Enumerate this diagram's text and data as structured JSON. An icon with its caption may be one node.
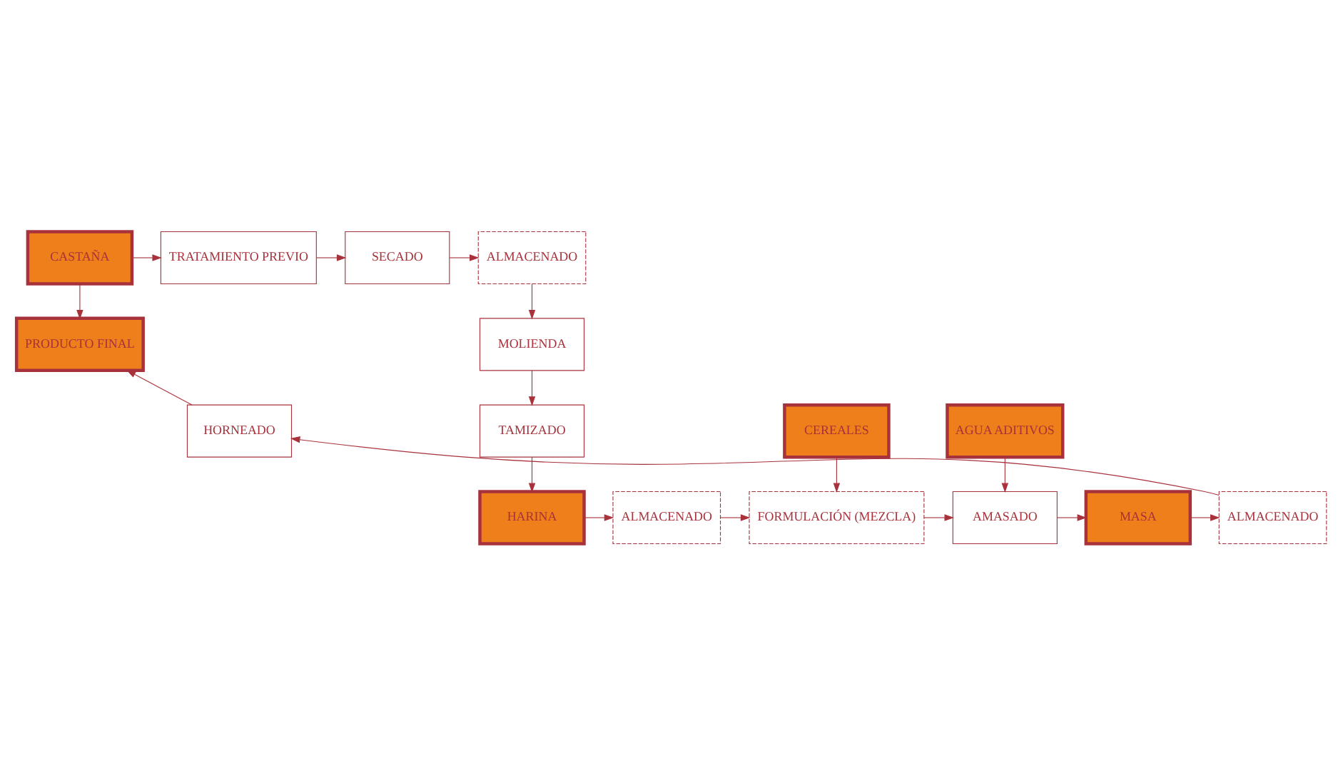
{
  "diagram": {
    "nodes": [
      {
        "text": [
          "CASTAÑA"
        ]
      },
      {
        "text": [
          "TRATAMIENTO PREVIO"
        ]
      },
      {
        "text": [
          "SECADO"
        ]
      },
      {
        "text": [
          "ALMACENADO"
        ]
      },
      {
        "text": [
          "PRODUCTO FINAL"
        ]
      },
      {
        "text": [
          "MOLIENDA"
        ]
      },
      {
        "text": [
          "HORNEADO"
        ]
      },
      {
        "text": [
          "AGUA ADITIVOS"
        ]
      },
      {
        "text": [
          "CEREALES"
        ]
      },
      {
        "text": [
          "TAMIZADO"
        ]
      },
      {
        "text": [
          "ALMACENADO"
        ]
      },
      {
        "text": [
          "MASA"
        ]
      },
      {
        "text": [
          "AMASADO"
        ]
      },
      {
        "text": [
          "FORMULACIÓN (MEZCLA)"
        ]
      },
      {
        "text": [
          "ALMACENADO"
        ]
      },
      {
        "text": [
          "HARINA"
        ]
      }
    ],
    "edges": [
      {
        "from": 0,
        "to": 1,
        "arrow": "to"
      },
      {
        "from": 1,
        "to": 2,
        "arrow": "to"
      },
      {
        "from": 2,
        "to": 3,
        "arrow": "to"
      },
      {
        "from": 0,
        "to": 4,
        "arrow": "to"
      },
      {
        "from": 3,
        "to": 5,
        "arrow": "to"
      },
      {
        "from": 5,
        "to": 9,
        "arrow": "to"
      },
      {
        "from": 9,
        "to": 15,
        "arrow": "to"
      },
      {
        "from": 15,
        "to": 14,
        "arrow": "to"
      },
      {
        "from": 14,
        "to": 13,
        "arrow": "to"
      },
      {
        "from": 13,
        "to": 12,
        "arrow": "to"
      },
      {
        "from": 8,
        "to": 13,
        "arrow": "to"
      },
      {
        "from": 7,
        "to": 12,
        "arrow": "to"
      },
      {
        "from": 12,
        "to": 11,
        "arrow": "to"
      },
      {
        "from": 11,
        "to": 10,
        "arrow": "to"
      },
      {
        "from": 10,
        "to": 6,
        "arrow": "to"
      },
      {
        "from": 6,
        "to": 4,
        "arrow": "to"
      }
    ]
  }
}
